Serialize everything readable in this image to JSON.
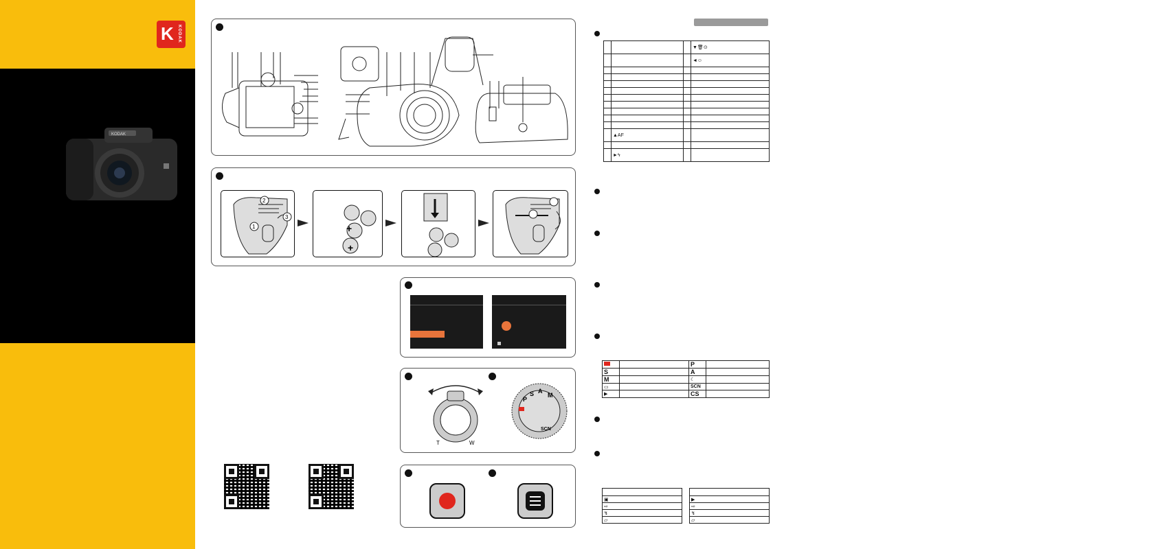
{
  "brand": {
    "logo_letter": "K",
    "logo_word": "KODAK"
  },
  "camera_badge": "KODAK",
  "callouts": {
    "c1": "1",
    "c2": "2",
    "c3": "3"
  },
  "icons": [
    "camera-icon",
    "record-icon",
    "menu-icon",
    "set-icon",
    "flash-icon",
    "af-icon",
    "delete-icon"
  ],
  "mode_table": {
    "rows": [
      {
        "icon": "camera-icon",
        "right": "P"
      },
      {
        "icon": "S",
        "right": "A"
      },
      {
        "icon": "M",
        "right": "portrait-night-icon"
      },
      {
        "icon": "panorama-icon",
        "right": "SCN"
      },
      {
        "icon": "video-icon",
        "right": "CS"
      }
    ]
  },
  "parts_table": {
    "rows": [
      {
        "left": "",
        "right": "▼🗑⊙"
      },
      {
        "left": "",
        "right": "◄☺"
      },
      {
        "left": "",
        "right": ""
      },
      {
        "left": "",
        "right": ""
      },
      {
        "left": "",
        "right": ""
      },
      {
        "left": "",
        "right": ""
      },
      {
        "left": "",
        "right": ""
      },
      {
        "left": "",
        "right": ""
      },
      {
        "left": "",
        "right": ""
      },
      {
        "left": "",
        "right": ""
      },
      {
        "left": "",
        "right": ""
      },
      {
        "left": "▲AF",
        "right": ""
      },
      {
        "left": "",
        "right": ""
      },
      {
        "left": "►ϟ",
        "right": ""
      }
    ]
  },
  "zoom": {
    "t": "T",
    "w": "W"
  },
  "dial": {
    "letters": [
      "S",
      "A",
      "P",
      "M",
      "SCN"
    ]
  },
  "colors": {
    "yellow": "#f9bd0c",
    "red": "#e0261d",
    "orange": "#e8743b"
  }
}
